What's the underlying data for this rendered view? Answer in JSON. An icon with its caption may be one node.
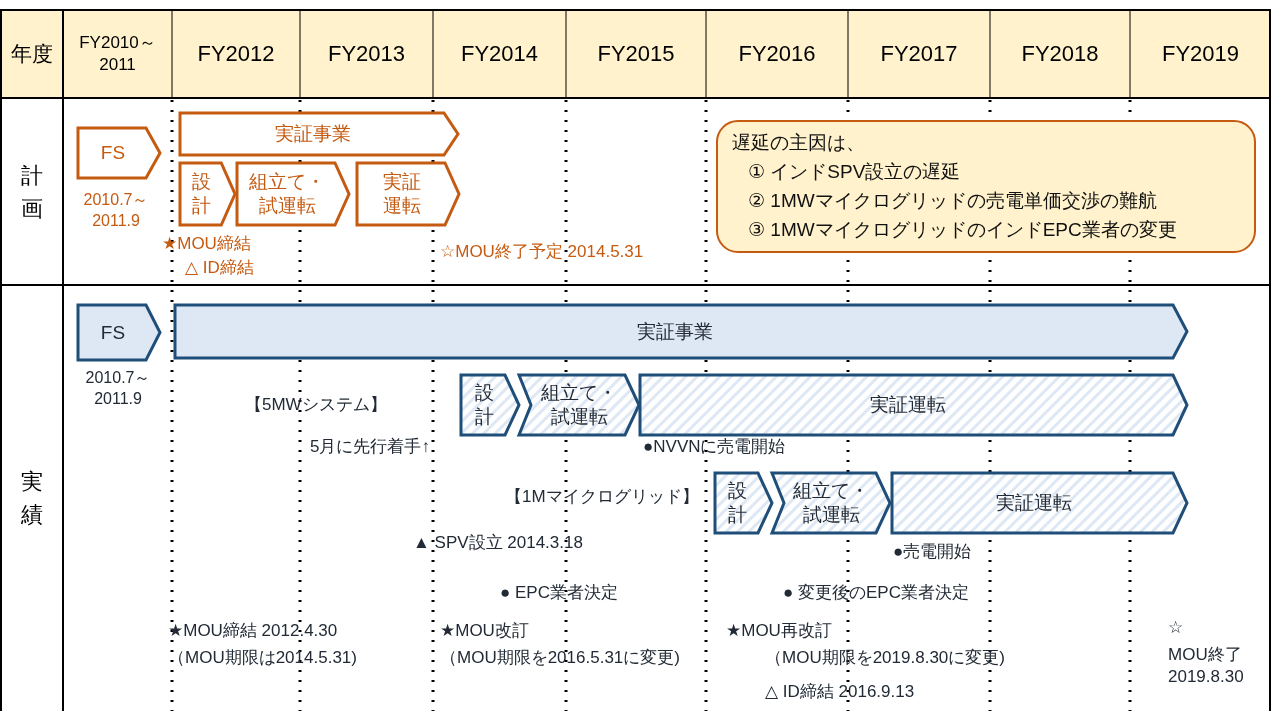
{
  "diagram": {
    "nodes": [
      {
        "text": [
          "FS"
        ],
        "beside": [
          "2010.7～2011.9"
        ]
      },
      {
        "text": [
          "実証事業"
        ]
      },
      {
        "text": [
          "設計"
        ]
      },
      {
        "text": [
          "組立て・試運転"
        ]
      },
      {
        "text": [
          "実証運転"
        ]
      },
      {
        "text": [
          "遅延の主因は、",
          "① インドSPV設立の遅延",
          "② 1MWマイクログリッドの売電単価交渉の難航",
          "③ 1MWマイクログリッドのインドEPC業者の変更"
        ]
      },
      {
        "text": [
          "FS"
        ],
        "beside": [
          "2010.7～2011.9"
        ]
      },
      {
        "text": [
          "実証事業"
        ]
      },
      {
        "text": [
          "設計"
        ]
      },
      {
        "text": [
          "組立て・試運転"
        ]
      },
      {
        "text": [
          "実証運転"
        ]
      },
      {
        "text": [
          "設計"
        ]
      },
      {
        "text": [
          "組立て・試運転"
        ]
      },
      {
        "text": [
          "実証運転"
        ]
      }
    ],
    "labels": [
      "年度",
      "FY2010～2011",
      "FY2012",
      "FY2013",
      "FY2014",
      "FY2015",
      "FY2016",
      "FY2017",
      "FY2018",
      "FY2019",
      "計画",
      "★MOU締結",
      "△ ID締結",
      "☆MOU終了予定 2014.5.31",
      "実績",
      "【5MWシステム】",
      "5月に先行着手↑",
      "●NVVNに売電開始",
      "【1Mマイクログリッド】",
      "▲ SPV設立 2014.3.18",
      "●売電開始",
      "● EPC業者決定",
      "● 変更後のEPC業者決定",
      "★MOU締結 2012.4.30",
      "（MOU期限は2014.5.31)",
      "★MOU改訂",
      "（MOU期限を2016.5.31に変更)",
      "★MOU再改訂",
      "（MOU期限を2019.8.30に変更)",
      "☆",
      "MOU終了 2019.8.30",
      "△ ID締結 2016.9.13"
    ]
  }
}
